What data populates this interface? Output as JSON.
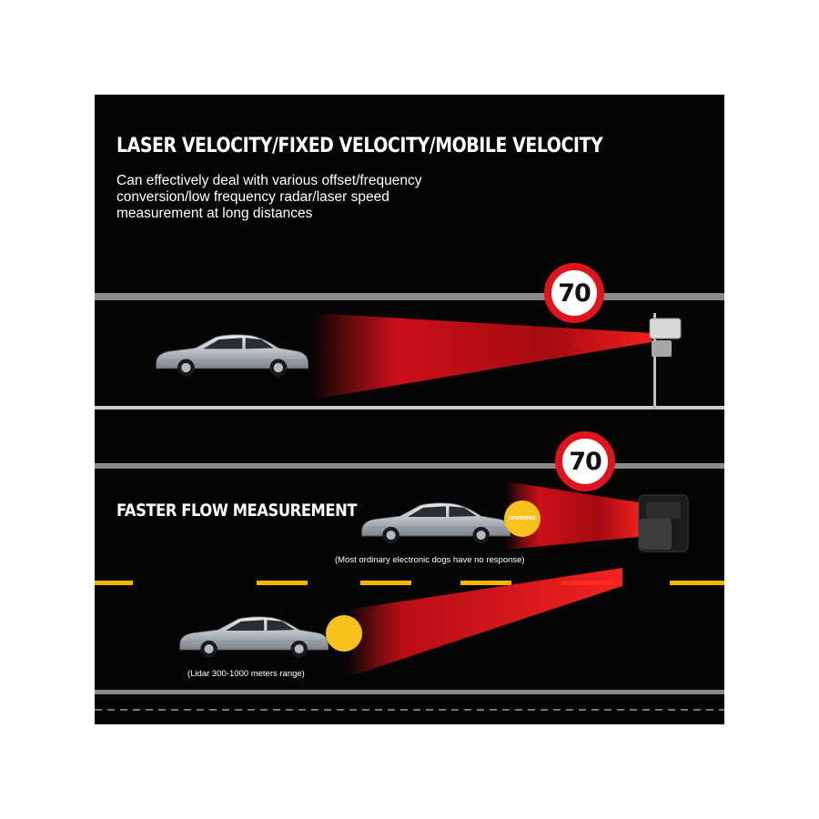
{
  "header": {
    "title": "LASER VELOCITY/FIXED VELOCITY/MOBILE VELOCITY",
    "description": "Can effectively deal with various offset/frequency conversion/low frequency radar/laser speed measurement at long distances"
  },
  "top_scene": {
    "speed_limit": "70"
  },
  "bottom_scene": {
    "heading": "FASTER FLOW MEASUREMENT",
    "speed_limit": "70",
    "upper_badge": "SPEEDING",
    "upper_caption": "(Most ordinary electronic dogs have no response)",
    "lower_caption": "(Lidar 300-1000 meters range)"
  },
  "colors": {
    "background": "#050505",
    "beam": "#e0101a",
    "lane_line": "#f4b400",
    "badge": "#f7c21c",
    "sign_ring": "#e0141c"
  },
  "icons": [
    "car-icon",
    "speed-camera-icon",
    "radar-detector-icon",
    "speed-limit-sign-icon"
  ]
}
